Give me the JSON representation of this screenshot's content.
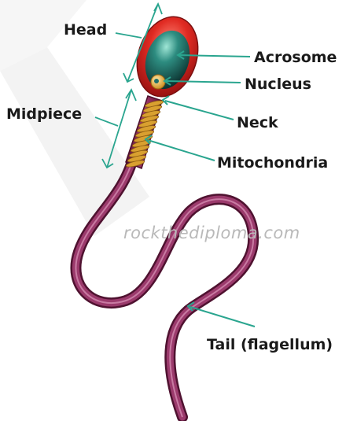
{
  "labels": {
    "head": "Head",
    "acrosome": "Acrosome",
    "nucleus": "Nucleus",
    "midpiece": "Midpiece",
    "neck": "Neck",
    "mitochondria": "Mitochondria",
    "tail": "Tail (flagellum)"
  },
  "watermark": "rockthediploma.com",
  "colors": {
    "pointer": "#2aa58f",
    "tail_membrane": "#7a2250",
    "head_red": "#cc1a1a",
    "nucleus_teal": "#1f6f6a",
    "mitochondria_gold": "#d9a030",
    "label_text": "#1a1a1a",
    "background_shape": "#f2f2f2"
  }
}
